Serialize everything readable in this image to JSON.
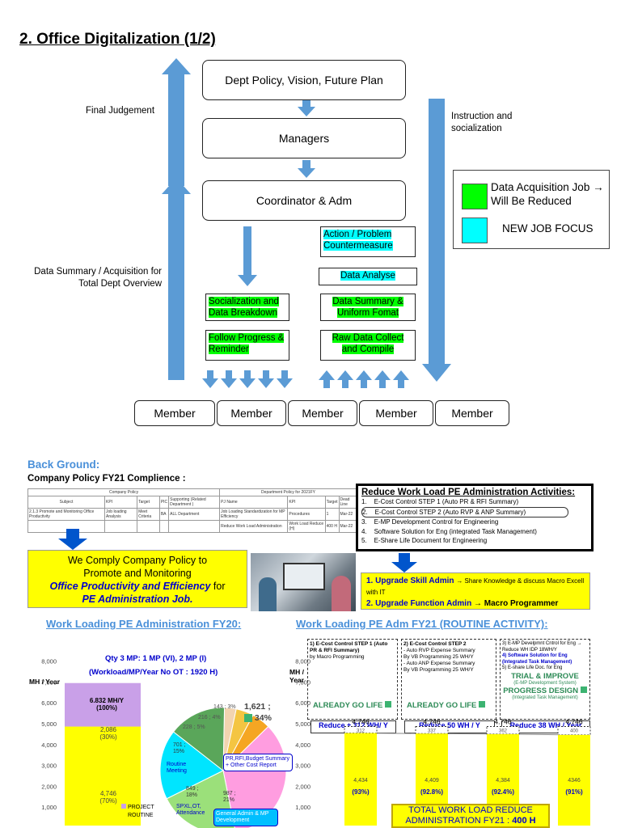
{
  "title": "2. Office Digitalization (1/2)",
  "flow": {
    "box1": "Dept Policy, Vision, Future Plan",
    "box2": "Managers",
    "box3": "Coordinator & Adm",
    "final_judgement": "Final Judgement",
    "instruction": "Instruction and socialization",
    "data_summary_label": "Data Summary / Acquisition for Total Dept Overview",
    "left_col": [
      "Socialization and Data Breakdown",
      "Follow Progress & Reminder"
    ],
    "right_col": [
      "Action / Problem Countermeasure",
      "Data Analyse",
      "Data Summary & Uniform Fomat",
      "Raw Data Collect and Compile"
    ],
    "members": [
      "Member",
      "Member",
      "Member",
      "Member",
      "Member"
    ]
  },
  "legend": {
    "green_label": "Data Acquisition Job → Will Be Reduced",
    "cyan_label": "NEW JOB FOCUS",
    "green": "#00ff00",
    "cyan": "#00ffff"
  },
  "background": {
    "heading": "Back Ground:",
    "policy_title": "Company Policy FY21 Complience :",
    "table_company": "Company Policy",
    "table_dept": "Department Policy for 2021FY",
    "table_headers": [
      "Subject",
      "KPI",
      "Target",
      "PIC",
      "Supporting (Related Department )",
      "PJ Name",
      "KPI",
      "Target",
      "Dead Line"
    ],
    "table_row1": [
      "2.1.3 Promote and Monitoring Office Productivity",
      "Job loading Analysis",
      "Meet Criteria",
      "BA",
      "ALL Department",
      "Job Loading Standardization for MP Efficiency",
      "Procedures",
      "1",
      "Mar-22"
    ],
    "table_row2": [
      "",
      "",
      "",
      "",
      "",
      "Reduce Work Load Administration",
      "Work Load Reduce (H)",
      "400 H",
      "Mar-22"
    ],
    "comply_line1": "We Comply Company Policy to",
    "comply_line2": "Promote and Monitoring",
    "comply_line3": "Office Productivity and Efficiency",
    "comply_for": "for",
    "comply_line4": "PE Administration Job.",
    "reduce_title": "Reduce Work Load PE Administration Activities:",
    "reduce_items": [
      "E-Cost Control STEP 1 (Auto PR & RFI Summary)",
      "E-Cost Control STEP 2 (Auto RVP & ANP Summary)",
      "E-MP Development Control for Engineering",
      "Software Solution for Eng (integrated Task Management)",
      "E-Share Life Document for Engineering"
    ],
    "upgrade1": "1. Upgrade Skill Admin",
    "upgrade1_note": "→ Share Knowledge & discuss Macro Excell with IT",
    "upgrade2": "2. Upgrade Function Admin",
    "upgrade2_note": "→ Macro Programmer"
  },
  "fy20": {
    "heading": "Work Loading PE Administration FY20:",
    "sub1": "Qty 3 MP: 1 MP (VI), 2 MP (I)",
    "sub2": "(Workload/MP/Year No OT : 1920 H)",
    "ylabel": "MH / Year",
    "yticks": [
      "8,000",
      "7,000",
      "6,000",
      "5,000",
      "4,000",
      "3,000",
      "2,000",
      "1,000"
    ],
    "total": "6.832 MH/Y",
    "total_pct": "(100%)",
    "project_val": "2,086",
    "project_pct": "(30%)",
    "routine_val": "4,746",
    "routine_pct": "(70%)",
    "legend_project": "PROJECT",
    "legend_routine": "ROUTINE",
    "pie_labels": [
      "143 ; 3%",
      "216 ; 4%",
      "228 ; 5%",
      "701 ; 15%",
      "849 ; 18%",
      "987 ; 21%"
    ],
    "pie_big": "1,621 ;",
    "pie_big_pct": "34%",
    "pie_routine": "Routine Meeting",
    "pie_spxl": "SPXL,OT, Attendance",
    "pie_pr": "PR,RFI,Budget Summary + Other Cost Report",
    "pie_general": "General Admin & MP Development"
  },
  "fy21": {
    "heading": "Work Loading PE Adm FY21 (ROUTINE ACTIVITY):",
    "ylabel": "MH / Year",
    "yticks": [
      "8,000",
      "7,000",
      "6,000",
      "5,000",
      "4,000",
      "3,000",
      "2,000",
      "1,000"
    ],
    "step1_title": "1) E-Cost Control STEP 1 (Auto PR & RFI Summary)",
    "step1_by": "by Macro Programming",
    "step2_title": "2) E-Cost Control STEP 2",
    "step2_lines": [
      "- Auto RVP Expense Summary",
      "By VB Programming 25 WH/Y",
      "- Auto ANP Expense Summary",
      "By VB Programming 25 WH/Y"
    ],
    "step3_lines": [
      "3) E-MP Develpmnt Cntrol for Eng → Reduce WH IDP 18WH/Y",
      "4) Software Solution for Eng (Integrated Task Management)",
      "5) E-share Life Doc. for Eng"
    ],
    "go_life1": "ALREADY GO LIFE",
    "go_life2": "ALREADY GO LIFE",
    "trial": "TRIAL & IMPROVE",
    "trial_sub": "(E-MP Development System)",
    "progress": "PROGRESS DESIGN",
    "progress_sub": "(Integrated Task Management)",
    "reduce1": "Reduce ± 312 WH/ Y",
    "reduce2": "Reduce 50 WH / Y",
    "reduce3": "Reduce 38 WH / Year",
    "bar_tops": [
      "4.746",
      "4.746",
      "4.746",
      "4.746"
    ],
    "bar_cuts": [
      "312",
      "337",
      "362",
      "400"
    ],
    "bar_vals": [
      "4,434",
      "4,409",
      "4,384",
      "4346"
    ],
    "bar_pcts": [
      "(93%)",
      "(92.8%)",
      "(92.4%)",
      "(91%)"
    ],
    "total_reduce_1": "TOTAL WORK LOAD REDUCE",
    "total_reduce_2": "ADMINISTRATION FY21 :",
    "total_reduce_3": "400 H"
  }
}
